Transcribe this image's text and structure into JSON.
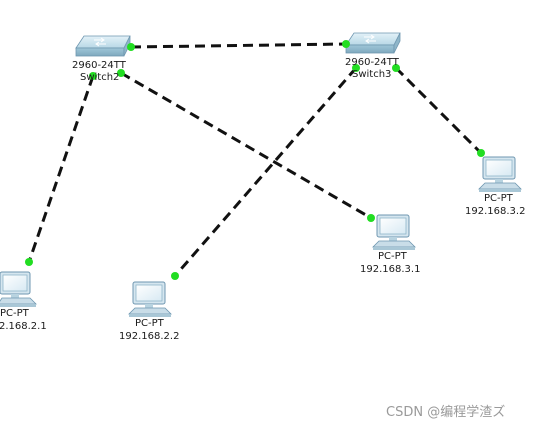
{
  "devices": {
    "switch2": {
      "model": "2960-24TT",
      "name": "Switch2"
    },
    "switch3": {
      "model": "2960-24TT",
      "name": "Switch3"
    },
    "pc_a": {
      "type": "PC-PT",
      "ip": "2.168.2.1"
    },
    "pc_b": {
      "type": "PC-PT",
      "ip": "192.168.2.2"
    },
    "pc_c": {
      "type": "PC-PT",
      "ip": "192.168.3.1"
    },
    "pc_d": {
      "type": "PC-PT",
      "ip": "192.168.3.2"
    }
  },
  "colors": {
    "link": "#111111",
    "port": "#22dd22",
    "switch_body": "#a9cfe0",
    "switch_top": "#cfe6f1",
    "pc_screen": "#e8f4fb",
    "pc_frame": "#6f97b0"
  },
  "watermark": "CSDN @编程学渣ズ"
}
